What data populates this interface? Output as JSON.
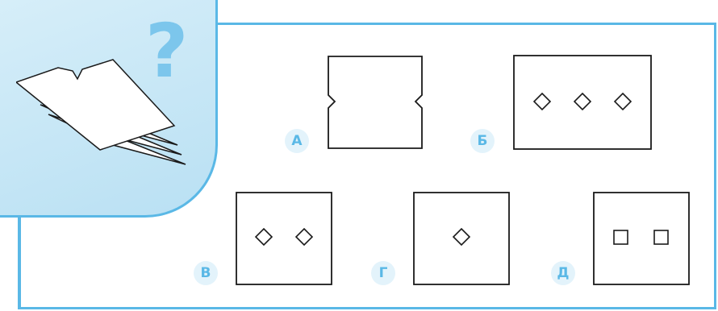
{
  "question_card": {
    "symbol": "?",
    "icon": "folded-paper-icon"
  },
  "options": [
    {
      "letter": "А",
      "icon": "notched-sides-sheet-icon"
    },
    {
      "letter": "Б",
      "icon": "three-diamond-holes-sheet-icon"
    },
    {
      "letter": "В",
      "icon": "two-diamond-holes-sheet-icon"
    },
    {
      "letter": "Г",
      "icon": "one-diamond-hole-sheet-icon"
    },
    {
      "letter": "Д",
      "icon": "two-square-holes-sheet-icon"
    }
  ],
  "colors": {
    "accent": "#5ab8e6",
    "card_background": "#c8e8f6",
    "letter_badge": "#e3f3fb",
    "stroke": "#1a1a1a"
  }
}
